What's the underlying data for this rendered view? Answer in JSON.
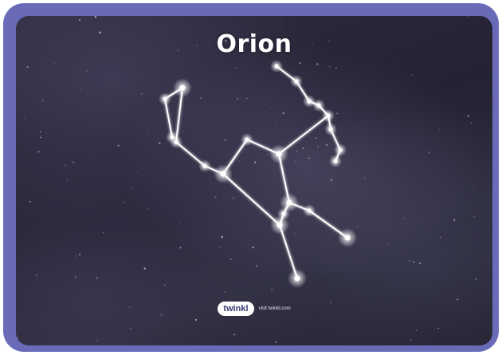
{
  "poster": {
    "title": "Orion",
    "logo_text": "twinkl",
    "footer_text": "visit twinkl.com",
    "colors": {
      "border": "#6a6bb8",
      "sky": "#2a2838",
      "star": "#ffffff",
      "line": "#ffffff"
    }
  }
}
